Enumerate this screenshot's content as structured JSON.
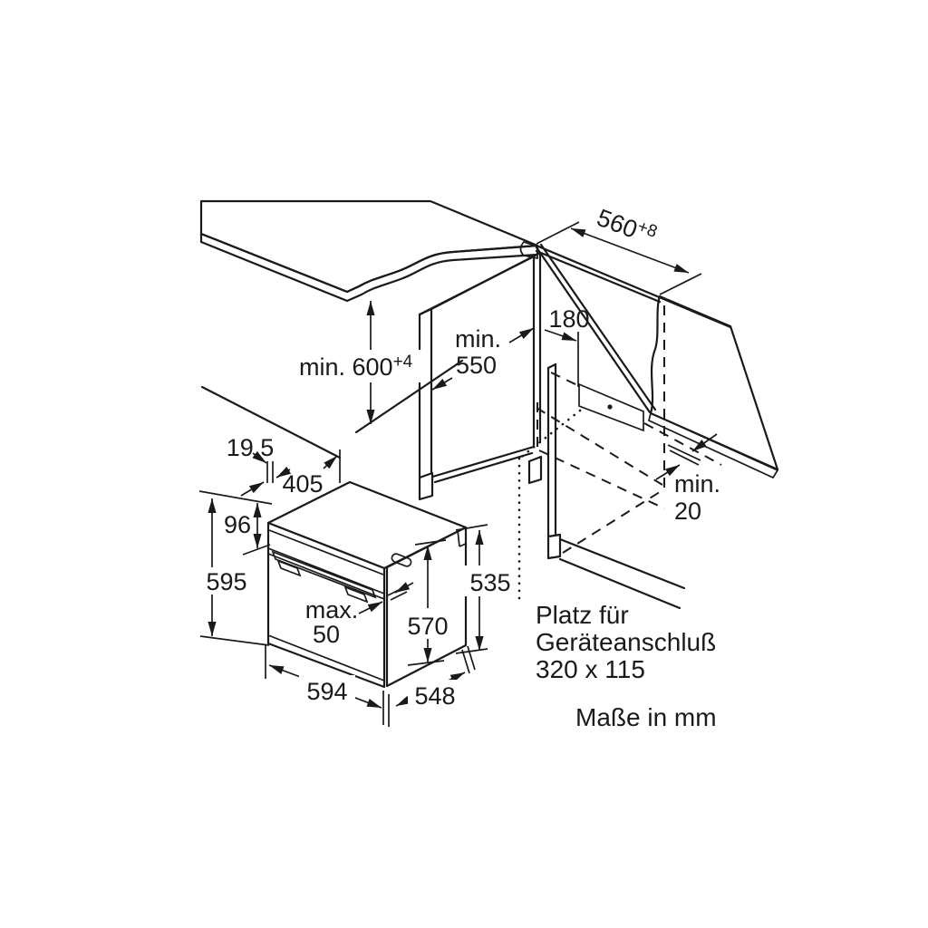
{
  "diagram": {
    "units_note": "Maße in mm",
    "connection_label": {
      "line1": "Platz für",
      "line2": "Geräteanschluß",
      "line3": "320 x 115"
    },
    "dims": {
      "niche_width": {
        "main": "560",
        "sup": "+8"
      },
      "connection_offset": "180",
      "niche_depth": {
        "l1": "min.",
        "l2": "550"
      },
      "niche_height": {
        "main": "min. 600",
        "sup": "+4"
      },
      "rear_gap": {
        "l1": "min.",
        "l2": "20"
      },
      "panel_gap": "19,5",
      "top_depth": "405",
      "panel_height": "96",
      "total_height": "595",
      "door_protrusion": {
        "l1": "max.",
        "l2": "50"
      },
      "oven_width": "594",
      "oven_depth": "548",
      "body_height": "570",
      "rear_height": "535"
    },
    "colors": {
      "line": "#1a1a1a",
      "surface": "#e9e9e9",
      "edge_band": "#d5d5d5",
      "background": "#ffffff"
    }
  }
}
